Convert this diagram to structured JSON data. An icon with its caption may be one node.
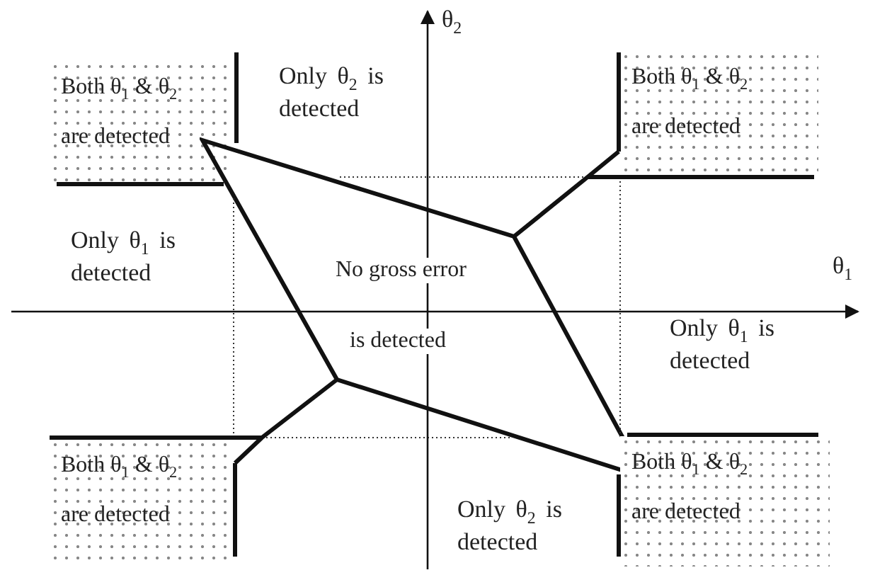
{
  "diagram": {
    "nodes": [
      {
        "text": [
          "Both θ$_{1}$ & θ$_{2}$",
          "are detected"
        ]
      },
      {
        "text": [
          "Both θ$_{1}$ & θ$_{2}$",
          "are detected"
        ]
      },
      {
        "text": [
          "No gross error",
          "is detected"
        ]
      },
      {
        "text": [
          "Both θ$_{1}$ & θ$_{2}$",
          "are detected"
        ]
      },
      {
        "text": [
          "Both θ$_{1}$ & θ$_{2}$",
          "are detected"
        ]
      }
    ],
    "edges": [
      {
        "from": 2,
        "to": 1,
        "arrow": "none"
      },
      {
        "from": 2,
        "to": 3,
        "arrow": "none"
      }
    ],
    "labels": [
      "θ$_{2}$",
      "Only θ$_{2}$ is detected",
      "Only θ$_{1}$ is detected",
      "θ$_{1}$",
      "Only θ$_{1}$ is detected",
      "Only θ$_{2}$ is detected"
    ]
  }
}
